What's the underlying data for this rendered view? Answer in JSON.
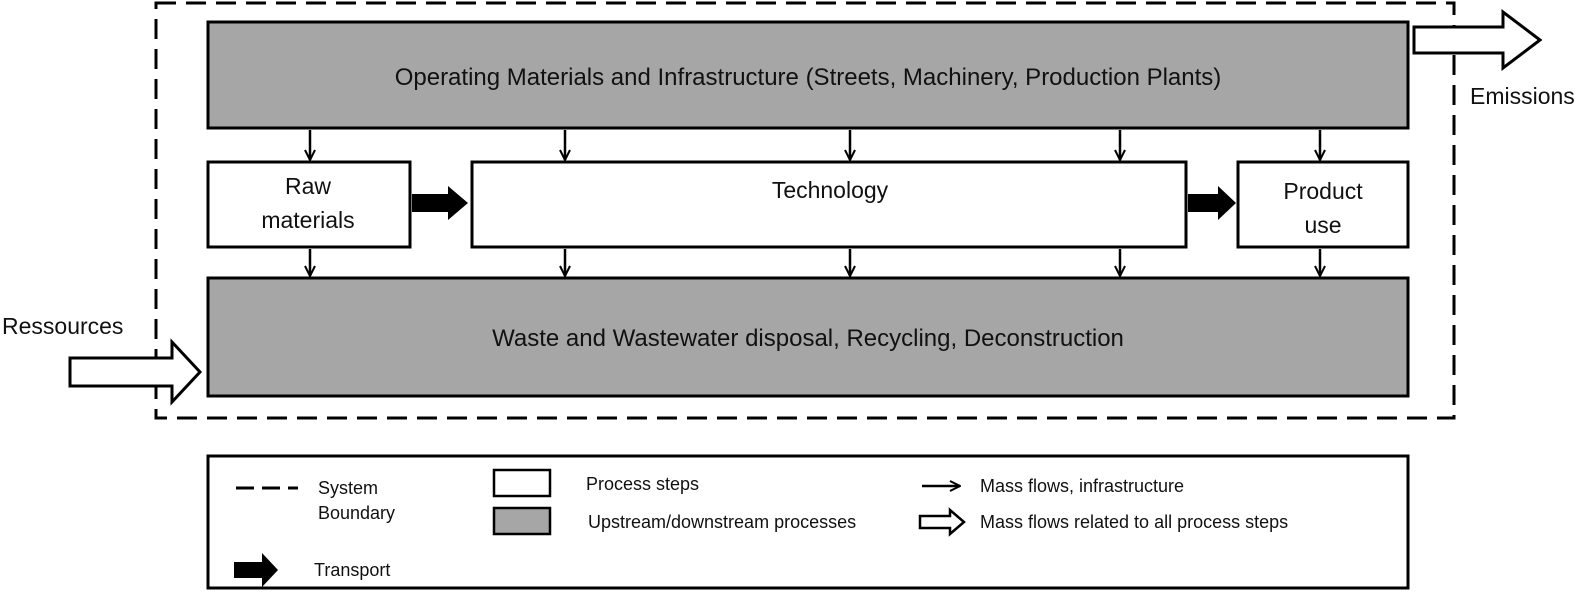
{
  "diagram": {
    "top_process": "Operating Materials and Infrastructure (Streets, Machinery, Production Plants)",
    "bottom_process": "Waste and Wastewater disposal, Recycling, Deconstruction",
    "raw_materials_line1": "Raw",
    "raw_materials_line2": "materials",
    "technology": "Technology",
    "product_use_line1": "Product",
    "product_use_line2": "use",
    "emissions": "Emissions",
    "resources": "Ressources",
    "colors": {
      "upstream_fill": "#a6a6a6",
      "process_fill": "#ffffff",
      "stroke": "#000000"
    }
  },
  "legend": {
    "system_boundary_line1": "System",
    "system_boundary_line2": "Boundary",
    "process_steps": "Process steps",
    "upstream_downstream": "Upstream/downstream processes",
    "mass_flows_infrastructure": "Mass flows, infrastructure",
    "mass_flows_all": "Mass flows related to all process steps",
    "transport": "Transport"
  }
}
